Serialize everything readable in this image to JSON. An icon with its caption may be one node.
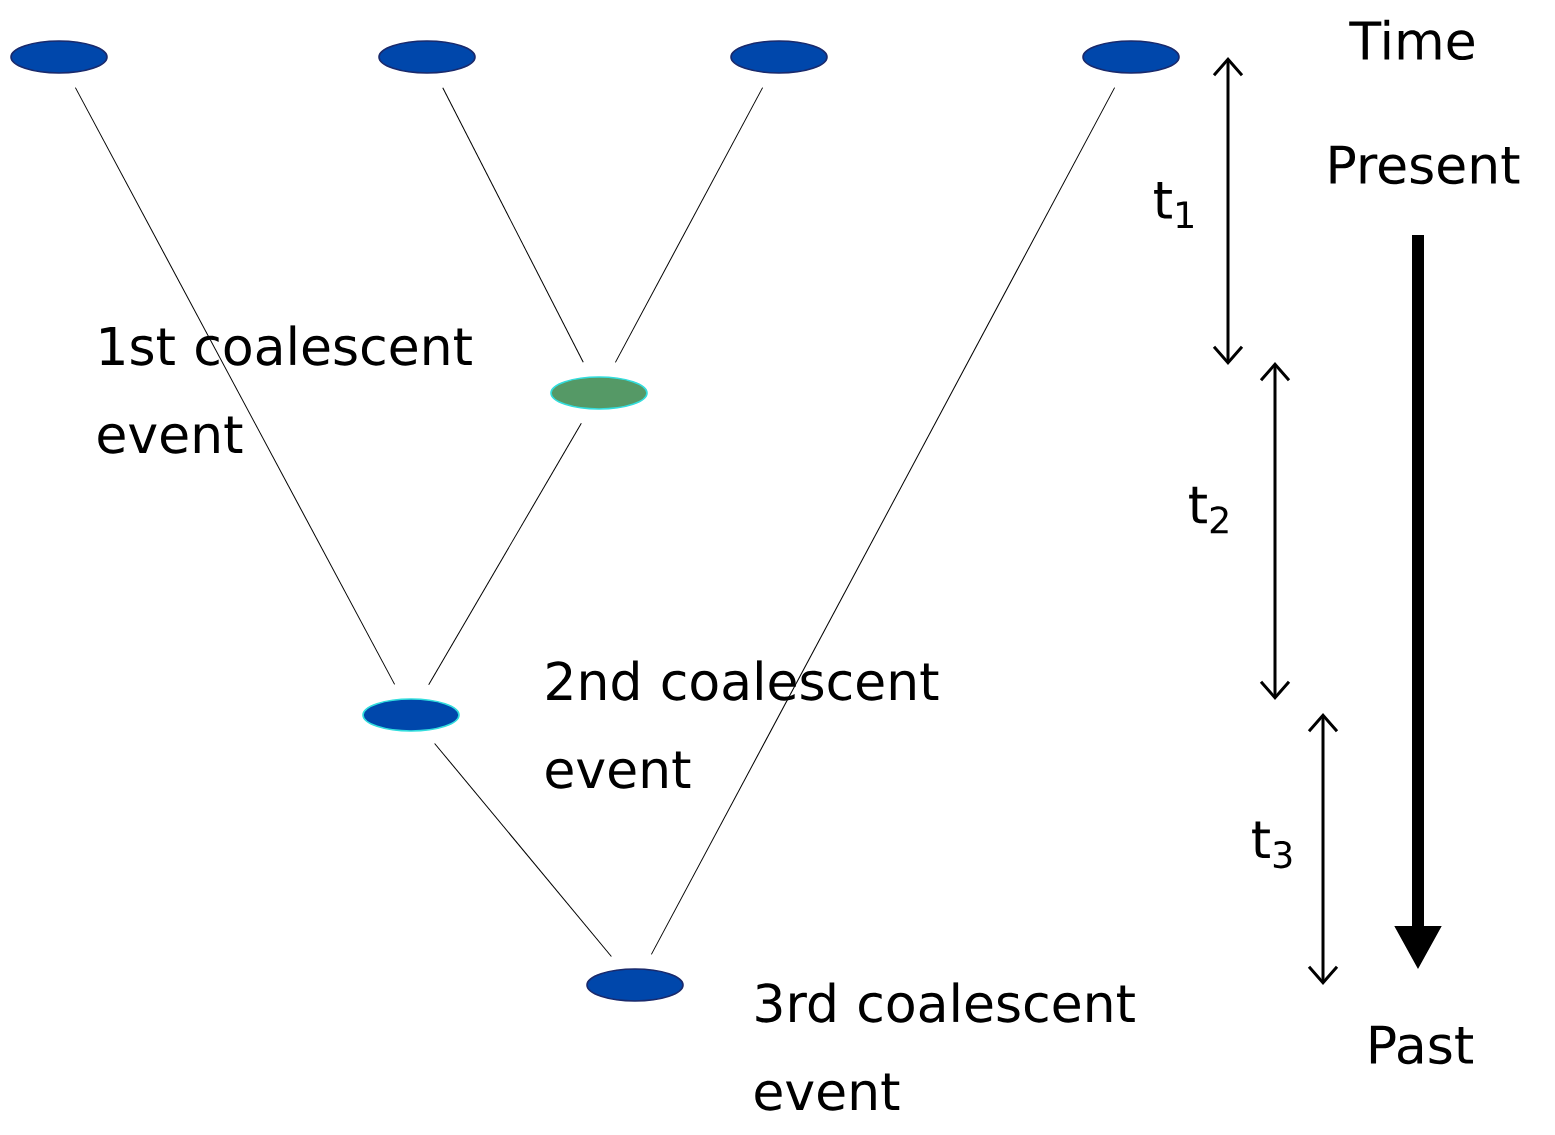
{
  "diagram": {
    "nodes": [
      {
        "text": [],
        "shape": "ellipse"
      },
      {
        "text": [],
        "shape": "ellipse"
      },
      {
        "text": [],
        "shape": "ellipse"
      },
      {
        "text": [],
        "shape": "ellipse"
      },
      {
        "text": [],
        "shape": "ellipse",
        "beside": [
          "1st coalescent event"
        ]
      },
      {
        "text": [],
        "shape": "ellipse",
        "beside": [
          "2nd coalescent event"
        ]
      },
      {
        "text": [],
        "shape": "ellipse",
        "beside": [
          "3rd coalescent event"
        ]
      }
    ],
    "edges": [
      {
        "from": 1,
        "to": 4,
        "arrow": "none"
      },
      {
        "from": 2,
        "to": 4,
        "arrow": "none"
      },
      {
        "from": 0,
        "to": 5,
        "arrow": "none"
      },
      {
        "from": 4,
        "to": 5,
        "arrow": "none"
      },
      {
        "from": 5,
        "to": 6,
        "arrow": "none"
      },
      {
        "from": 3,
        "to": 6,
        "arrow": "none"
      }
    ],
    "labels": [
      "Time",
      "Present",
      "t$_{1}$",
      "t$_{2}$",
      "t$_{3}$",
      "Past"
    ]
  }
}
